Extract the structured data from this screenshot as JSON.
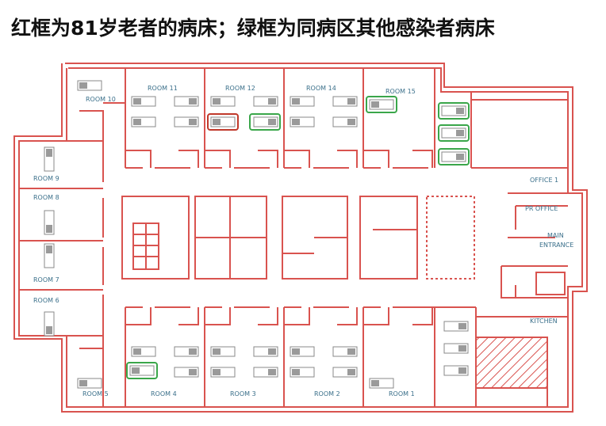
{
  "title": "红框为81岁老者的病床；绿框为同病区其他感染者病床",
  "rooms": {
    "room1": "ROOM 1",
    "room2": "ROOM 2",
    "room3": "ROOM 3",
    "room4": "ROOM 4",
    "room5": "ROOM 5",
    "room6": "ROOM 6",
    "room7": "ROOM 7",
    "room8": "ROOM 8",
    "room9": "ROOM 9",
    "room10": "ROOM 10",
    "room11": "ROOM 11",
    "room12": "ROOM 12",
    "room14": "ROOM 14",
    "room15": "ROOM 15",
    "office1": "OFFICE 1",
    "pr_office": "PR OFFICE",
    "main_entrance_1": "MAIN",
    "main_entrance_2": "ENTRANCE",
    "kitchen": "KITCHEN"
  },
  "colors": {
    "wall": "#d9534f",
    "bed": "#9a9a9a",
    "red_frame": "#c0392b",
    "green_frame": "#3aa64a",
    "label": "#3a6f8a"
  }
}
